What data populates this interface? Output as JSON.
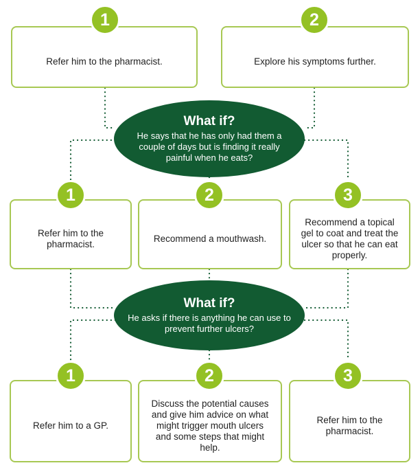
{
  "colors": {
    "accent_green": "#94c124",
    "box_border": "#a7c853",
    "dark_green": "#125b32",
    "dots": "#125b32"
  },
  "row1": [
    {
      "number": "1",
      "text": "Refer him to the pharmacist."
    },
    {
      "number": "2",
      "text": "Explore his symptoms further."
    }
  ],
  "whatif1": {
    "heading": "What if?",
    "text": "He says that he has only had them a couple of days but is finding it really painful when he eats?"
  },
  "row2": [
    {
      "number": "1",
      "text": "Refer him to the pharmacist."
    },
    {
      "number": "2",
      "text": "Recommend a mouthwash."
    },
    {
      "number": "3",
      "text": "Recommend a topical gel to coat and treat the ulcer so that he can eat properly."
    }
  ],
  "whatif2": {
    "heading": "What if?",
    "text": "He asks if there is anything he can use to prevent further ulcers?"
  },
  "row3": [
    {
      "number": "1",
      "text": "Refer him to a GP."
    },
    {
      "number": "2",
      "text": "Discuss the potential causes and give him advice on what might trigger mouth ulcers and some steps that might help."
    },
    {
      "number": "3",
      "text": "Refer him to the pharmacist."
    }
  ]
}
